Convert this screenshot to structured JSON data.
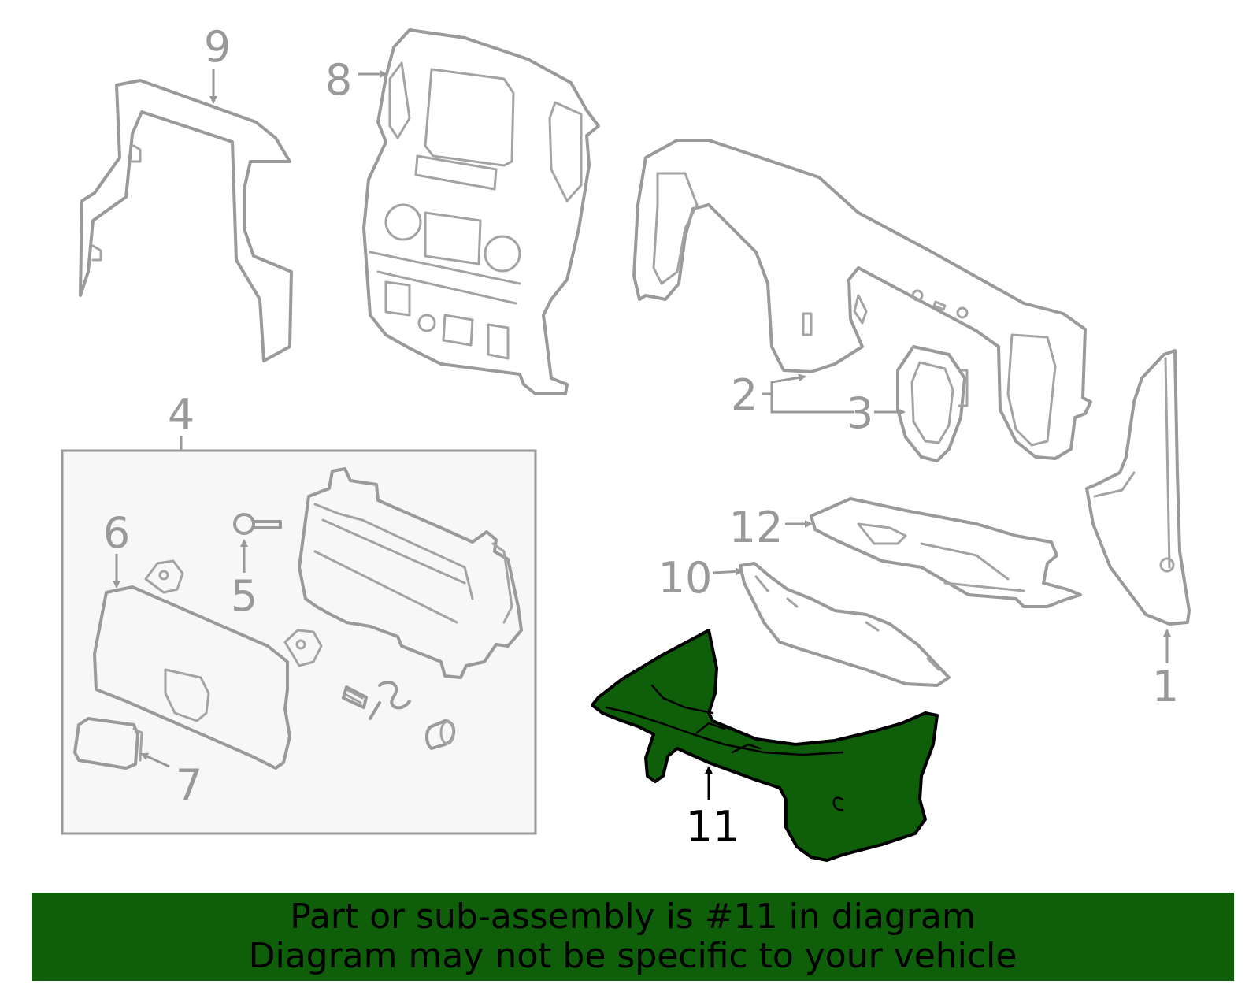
{
  "colors": {
    "highlight": "#0f5e0a",
    "banner": "#0f5e0a",
    "part_stroke": "#9a9a9a",
    "callout_text": "#999999",
    "highlight_callout": "#000000",
    "inset_background": "#f7f7f7"
  },
  "callouts": {
    "c1": "1",
    "c2": "2",
    "c3": "3",
    "c4": "4",
    "c5": "5",
    "c6": "6",
    "c7": "7",
    "c8": "8",
    "c9": "9",
    "c10": "10",
    "c11": "11",
    "c12": "12"
  },
  "highlighted_part": "11",
  "banner": {
    "line1": "Part or sub-assembly is #11 in diagram",
    "line2": "Diagram may not be specific to your vehicle"
  }
}
